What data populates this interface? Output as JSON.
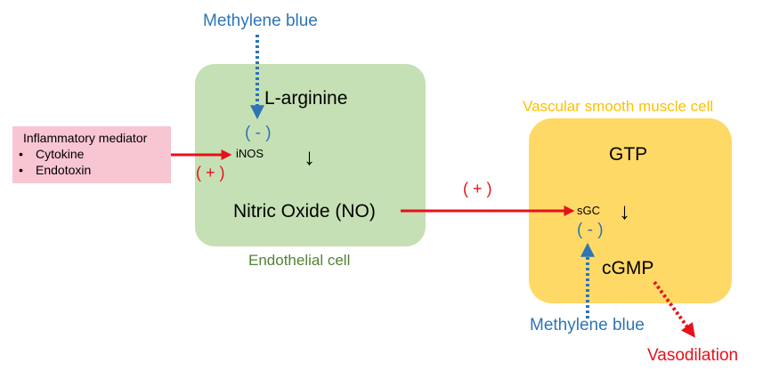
{
  "colors": {
    "blue": "#2E75B6",
    "red": "#E5121A",
    "green_text": "#548235",
    "orange_text": "#FFC000",
    "endothelial_fill": "#C5E0B4",
    "smooth_muscle_fill": "#FFD966",
    "mediator_fill": "#F8C5D2"
  },
  "endothelial_cell": {
    "label": "Endothelial cell",
    "substrate": "L-arginine",
    "enzyme": "iNOS",
    "product": "Nitric Oxide (NO)",
    "arrow_glyph": "↓",
    "inhibit_sign": "( - )"
  },
  "smooth_muscle_cell": {
    "label": "Vascular smooth muscle cell",
    "substrate": "GTP",
    "enzyme": "sGC",
    "product": "cGMP",
    "arrow_glyph": "↓",
    "inhibit_sign": "( - )"
  },
  "inflammatory_mediator": {
    "title": "Inflammatory mediator",
    "bullet": "•",
    "items": [
      "Cytokine",
      "Endotoxin"
    ]
  },
  "methylene_blue_top": "Methylene blue",
  "methylene_blue_bottom": "Methylene blue",
  "activate_sign_mediator": "( + )",
  "activate_sign_no": "( + )",
  "outcome": "Vasodilation"
}
